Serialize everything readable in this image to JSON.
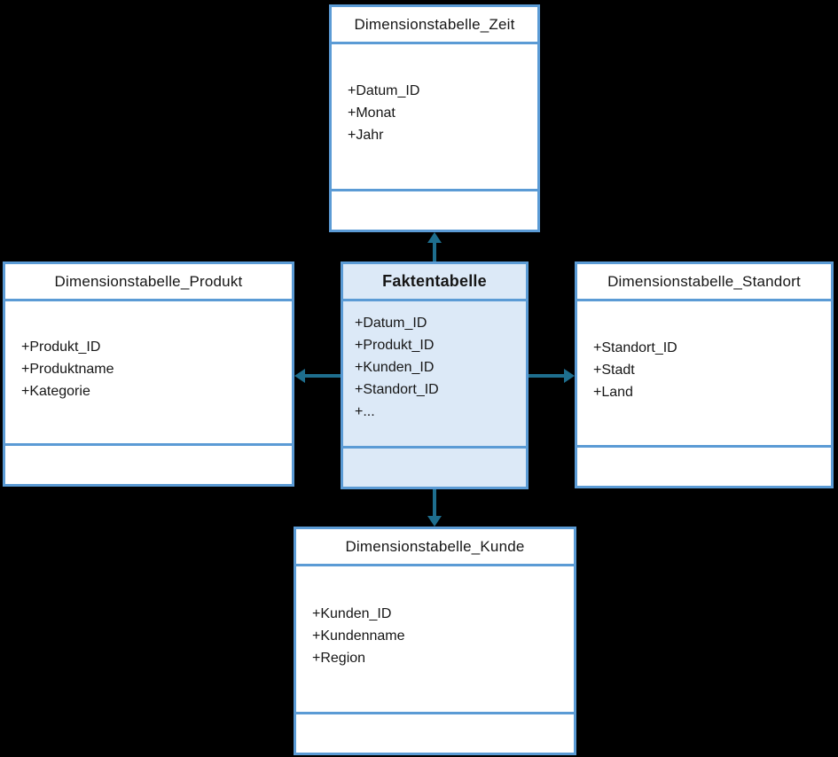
{
  "diagram": {
    "type": "star-schema",
    "colors": {
      "background": "#000000",
      "box_border": "#5b9bd5",
      "dimension_fill": "#ffffff",
      "fact_fill": "#dce9f7",
      "arrow": "#1e6e8e",
      "text": "#161616"
    },
    "fact": {
      "title": "Faktentabelle",
      "fields": [
        "+Datum_ID",
        "+Produkt_ID",
        "+Kunden_ID",
        "+Standort_ID",
        "+..."
      ]
    },
    "zeit": {
      "title": "Dimensionstabelle_Zeit",
      "fields": [
        "+Datum_ID",
        "+Monat",
        "+Jahr"
      ]
    },
    "produkt": {
      "title": "Dimensionstabelle_Produkt",
      "fields": [
        "+Produkt_ID",
        "+Produktname",
        "+Kategorie"
      ]
    },
    "standort": {
      "title": "Dimensionstabelle_Standort",
      "fields": [
        "+Standort_ID",
        "+Stadt",
        "+Land"
      ]
    },
    "kunde": {
      "title": "Dimensionstabelle_Kunde",
      "fields": [
        "+Kunden_ID",
        "+Kundenname",
        "+Region"
      ]
    },
    "connections": [
      {
        "from": "Faktentabelle",
        "to": "Dimensionstabelle_Zeit",
        "direction": "up"
      },
      {
        "from": "Faktentabelle",
        "to": "Dimensionstabelle_Produkt",
        "direction": "left"
      },
      {
        "from": "Faktentabelle",
        "to": "Dimensionstabelle_Standort",
        "direction": "right"
      },
      {
        "from": "Faktentabelle",
        "to": "Dimensionstabelle_Kunde",
        "direction": "down"
      }
    ]
  }
}
